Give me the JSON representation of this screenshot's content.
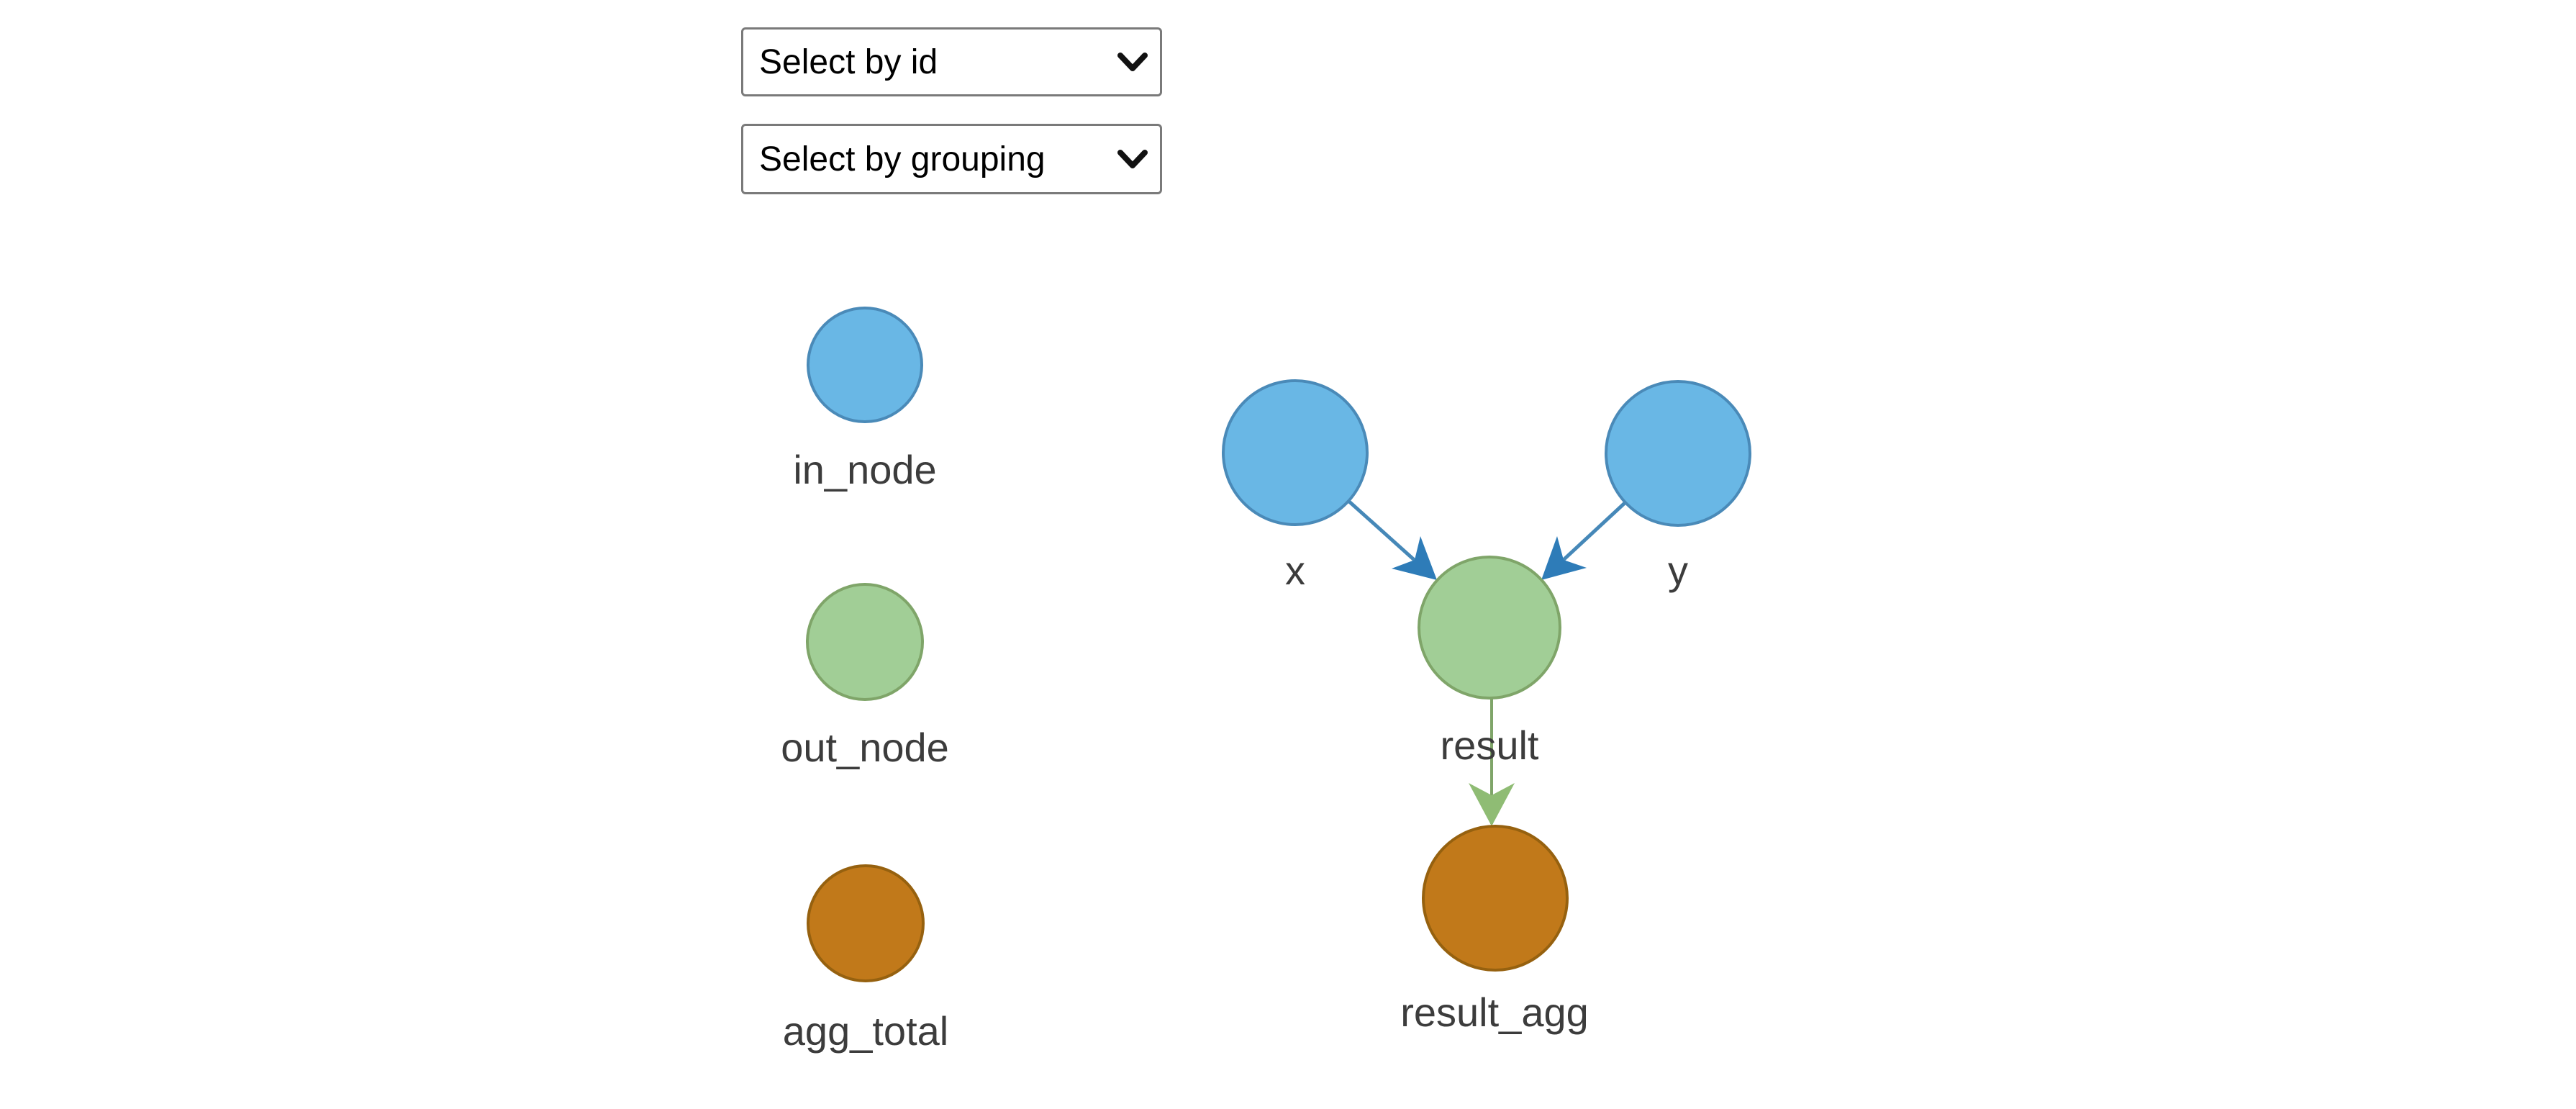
{
  "controls": {
    "select_by_id": {
      "value": "Select by id"
    },
    "select_by_grouping": {
      "value": "Select by grouping"
    }
  },
  "legend": {
    "items": [
      {
        "label": "in_node"
      },
      {
        "label": "out_node"
      },
      {
        "label": "agg_total"
      }
    ]
  },
  "graph": {
    "nodes": [
      {
        "id": "x",
        "label": "x",
        "group": "in_node"
      },
      {
        "id": "y",
        "label": "y",
        "group": "in_node"
      },
      {
        "id": "result",
        "label": "result",
        "group": "out_node"
      },
      {
        "id": "result_agg",
        "label": "result_agg",
        "group": "agg_total"
      }
    ],
    "edges": [
      {
        "from": "x",
        "to": "result"
      },
      {
        "from": "y",
        "to": "result"
      },
      {
        "from": "result",
        "to": "result_agg"
      }
    ]
  },
  "colors": {
    "in_node_fill": "#69B7E5",
    "in_node_stroke": "#4A8AB8",
    "out_node_fill": "#A1CE96",
    "out_node_stroke": "#7FA569",
    "agg_total_fill": "#C1791A",
    "agg_total_stroke": "#96610F",
    "edge_blue": "#4688B8",
    "arrow_blue": "#2E7CB8",
    "edge_green": "#7FA569",
    "arrow_green": "#8FBC74",
    "label_text": "#3C3C3C",
    "chevron": "#111111"
  }
}
